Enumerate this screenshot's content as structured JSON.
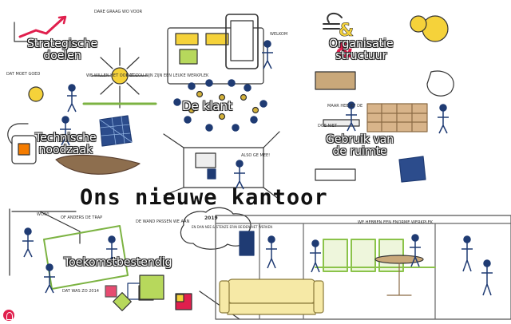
{
  "title": "Ons nieuwe kantoor",
  "sections": {
    "strategic_goals": [
      "Strategische",
      "doelen"
    ],
    "org_structure": [
      "Organisatie",
      "structuur"
    ],
    "customer": "De klant",
    "technical": [
      "Technische",
      "noodzaak"
    ],
    "space_usage": [
      "Gebruik van",
      "de ruimte"
    ],
    "future_proof": "Toekomstbestendig"
  },
  "annotations": {
    "dare_to_dream": "DARE GRAAG WO VOOR",
    "not_good": "DAT MOET GOED",
    "willing": "WE WILLEN HET OOK ZO",
    "nice_place": "DAT ZOU FIJN ZIJN EEN LEUKE WERKPLEK",
    "welcome": "WELKOM",
    "maybe": "MAAR HEB JE? DE",
    "wow": "WOW!",
    "stairs": "OF ANDERS DE TRAP",
    "walls_move": "DE WAND PASSEN WE AAN",
    "year": "2019",
    "small": "EN DAN NEE & STENZE ERIN BEIDEN HET WERKEN",
    "was_2014": "DAT WAS ZO 2014",
    "great_workplace": "WE HEBBEN EEN ENORME WERKPLEK",
    "also": "ALSO GE MEE!",
    "dont_do": "DOE NIET"
  },
  "colors": {
    "accent_red": "#e01f4d",
    "yellow": "#f5d23a",
    "green": "#b7d85c",
    "navy": "#1f3b73"
  }
}
